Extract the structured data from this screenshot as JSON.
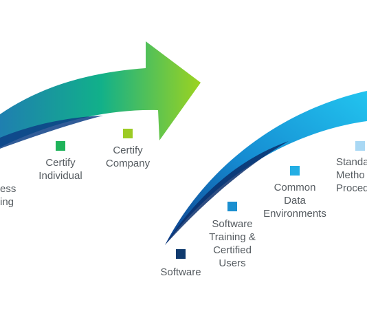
{
  "arrow_green": {
    "colors": {
      "start": "#1f7fb0",
      "mid": "#11b08a",
      "end": "#9cd320"
    },
    "steps": [
      {
        "lines": [
          "ess",
          "ing"
        ],
        "color": "#0e8b5a"
      },
      {
        "lines": [
          "Certify",
          "Individual"
        ],
        "color": "#1fb35a"
      },
      {
        "lines": [
          "Certify",
          "Company"
        ],
        "color": "#9ccb24"
      }
    ]
  },
  "arrow_blue": {
    "colors": {
      "start": "#0e3e8a",
      "mid": "#1589d0",
      "end": "#22c4ef"
    },
    "steps": [
      {
        "lines": [
          "Software"
        ],
        "color": "#0f3a6e"
      },
      {
        "lines": [
          "Software",
          "Training &",
          "Certified",
          "Users"
        ],
        "color": "#1a8fd0"
      },
      {
        "lines": [
          "Common",
          "Data",
          "Environments"
        ],
        "color": "#23aee4"
      },
      {
        "lines": [
          "Standa",
          "Metho",
          "Proced"
        ],
        "color": "#a9d8f4"
      }
    ]
  }
}
